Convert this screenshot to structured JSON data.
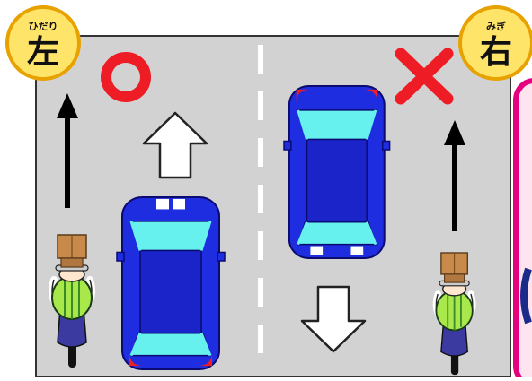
{
  "badges": {
    "left": {
      "kanji": "左",
      "furigana": "ひだり"
    },
    "right": {
      "kanji": "右",
      "furigana": "みぎ"
    }
  },
  "marks": {
    "left_lane": "correct-circle",
    "right_lane": "wrong-cross"
  },
  "colors": {
    "road": "#d2d2d2",
    "lane_line": "#ffffff",
    "car_body": "#1f2de0",
    "car_glass": "#66f0ee",
    "mark_red": "#ee1c24",
    "badge_fill": "#ffe46a",
    "badge_stroke": "#e8a200",
    "panel_border": "#e5007e",
    "panel_fill": "#fde4ee",
    "helmet": "#a8e84a",
    "cargo_box": "#c88a4a"
  }
}
